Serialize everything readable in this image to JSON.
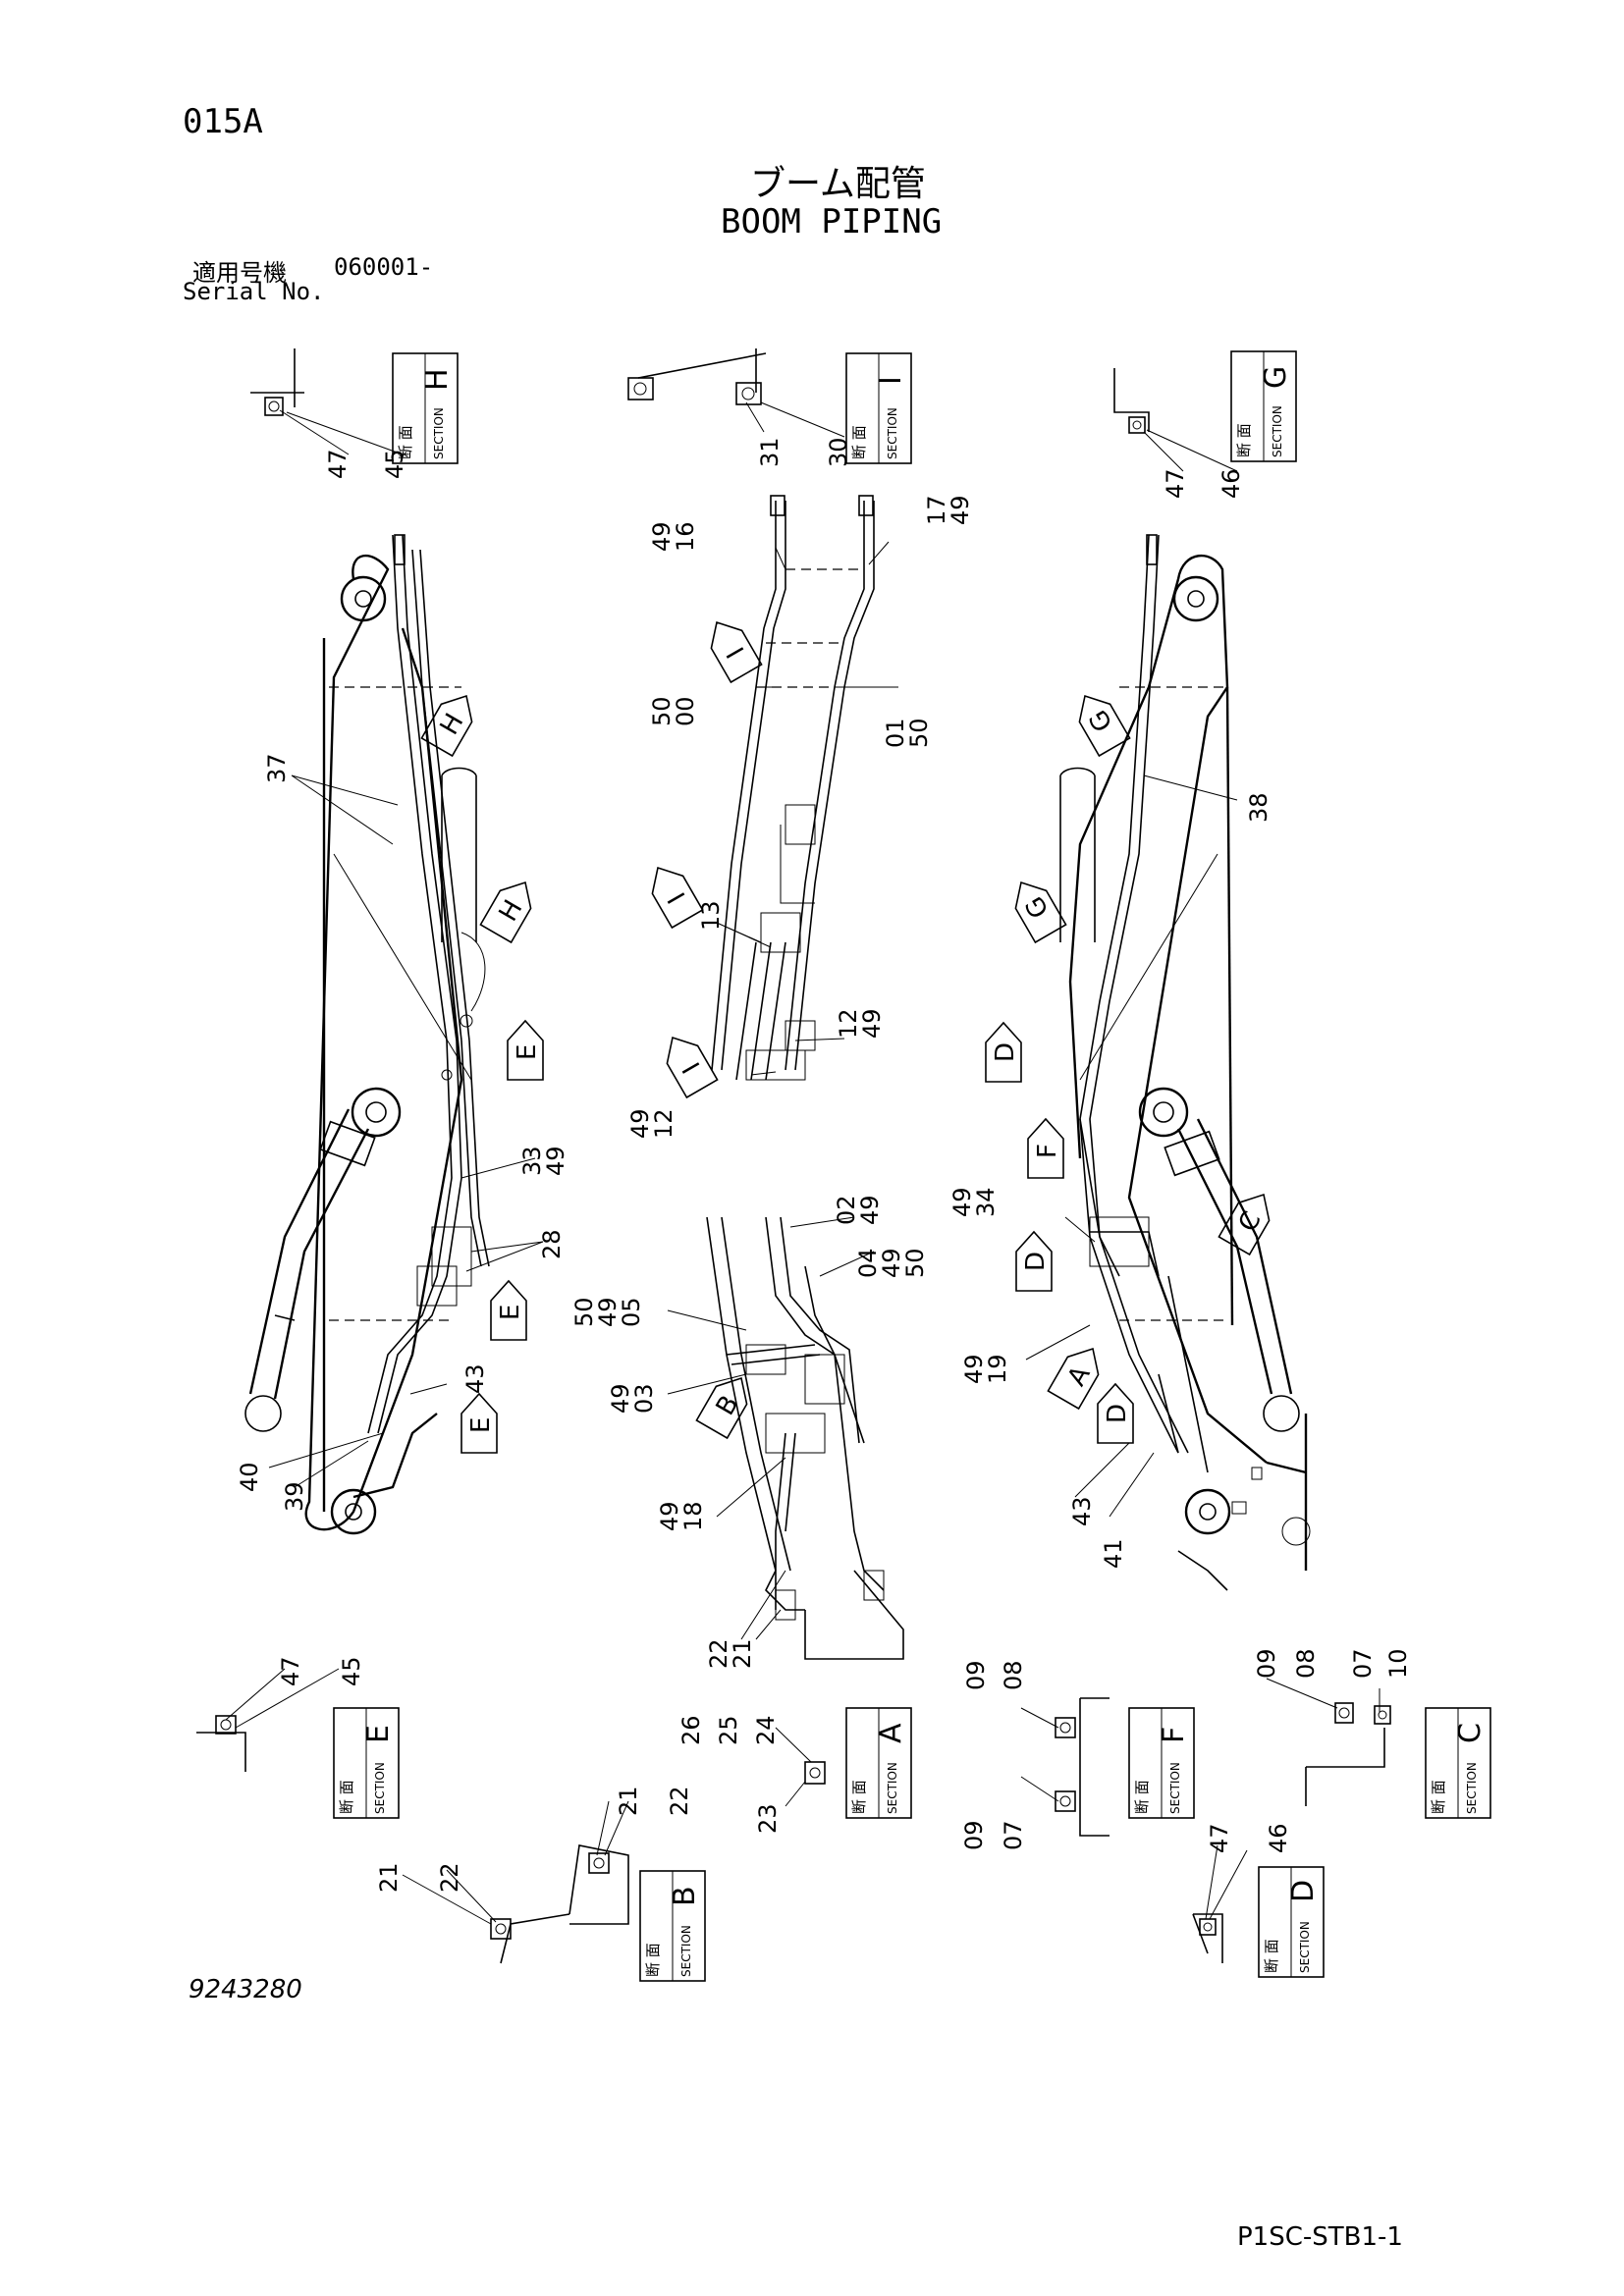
{
  "header": {
    "page_code": "015A",
    "title_jp": "ブーム配管",
    "title_en": "BOOM PIPING",
    "serial_label_jp": "適用号機",
    "serial_value": "060001-",
    "serial_label_en": "Serial No."
  },
  "footer": {
    "drawing_number": "9243280",
    "sheet_code": "P1SC-STB1-1"
  },
  "section_box": {
    "jp_label": "断 面",
    "en_label": "SECTION"
  },
  "sections": [
    "H",
    "I",
    "G",
    "E",
    "A",
    "F",
    "C",
    "B",
    "D"
  ],
  "view_arrows": [
    "H",
    "H",
    "I",
    "I",
    "I",
    "G",
    "G",
    "E",
    "E",
    "E",
    "D",
    "F",
    "D",
    "A",
    "D",
    "C",
    "B"
  ],
  "callouts": [
    "47",
    "45",
    "31",
    "30",
    "47",
    "46",
    "49",
    "16",
    "17",
    "49",
    "37",
    "50",
    "00",
    "01",
    "50",
    "38",
    "13",
    "12",
    "49",
    "49",
    "12",
    "33",
    "49",
    "28",
    "02",
    "49",
    "04",
    "49",
    "50",
    "49",
    "34",
    "50",
    "49",
    "05",
    "49",
    "03",
    "49",
    "19",
    "43",
    "40",
    "39",
    "49",
    "18",
    "43",
    "41",
    "22",
    "21",
    "47",
    "45",
    "26",
    "25",
    "24",
    "23",
    "09",
    "08",
    "09",
    "07",
    "09",
    "08",
    "07",
    "10",
    "21",
    "22",
    "21",
    "22",
    "47",
    "46"
  ]
}
